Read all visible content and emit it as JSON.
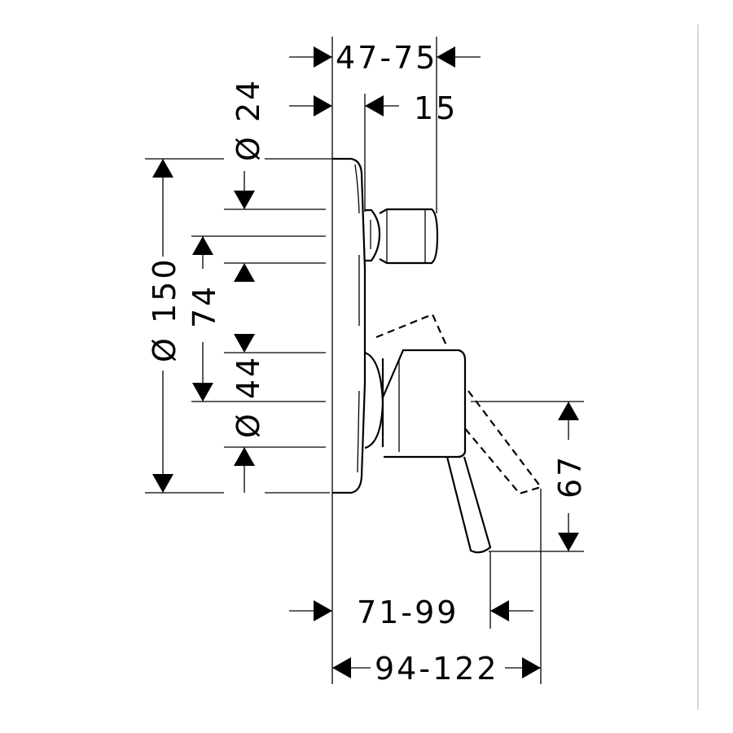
{
  "dimensions": {
    "top_range": "47-75",
    "offset_15": "15",
    "dia_24": "Ø 24",
    "dia_150": "Ø 150",
    "height_74": "74",
    "dia_44": "Ø 44",
    "height_67": "67",
    "range_71_99": "71-99",
    "range_94_122": "94-122"
  }
}
